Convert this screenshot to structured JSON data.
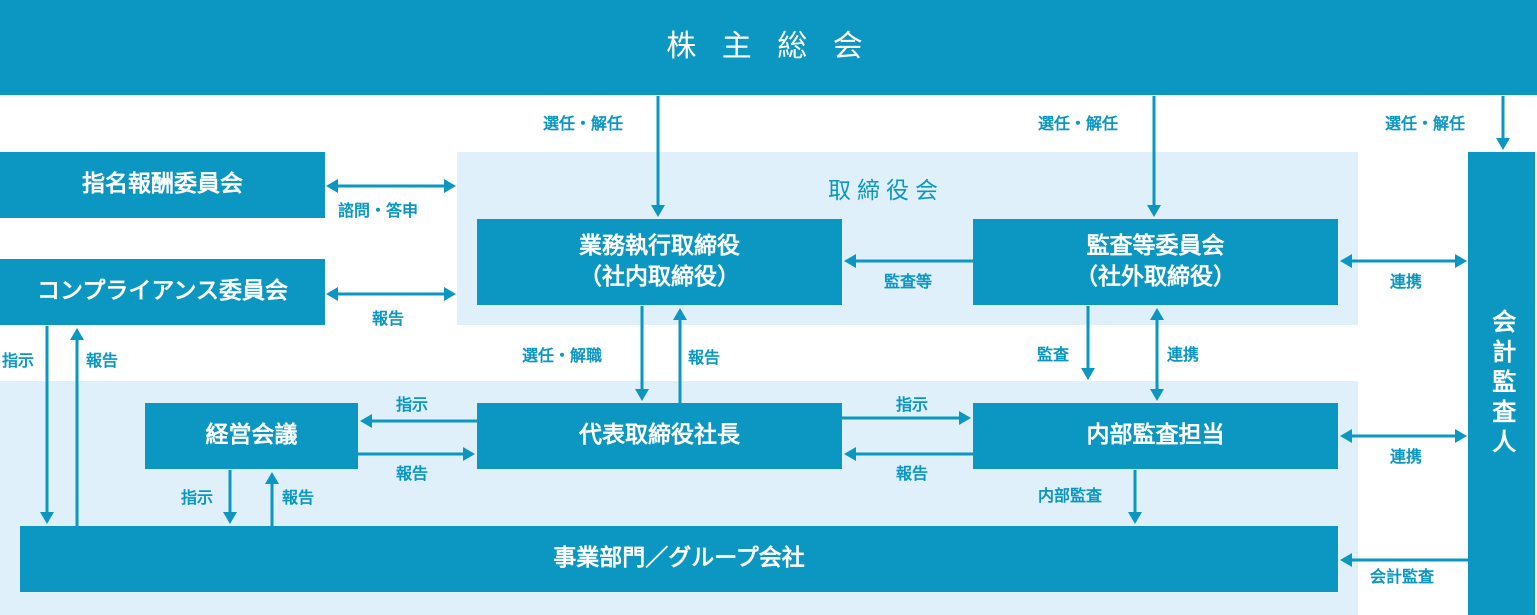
{
  "colors": {
    "box": "#0b97c1",
    "region": "#dff0fb",
    "text": "#ffffff"
  },
  "nodes": {
    "shareholders": "株 主 総 会",
    "nomination": "指名報酬委員会",
    "compliance": "コンプライアンス委員会",
    "board_label": "取締役会",
    "executive": {
      "line1": "業務執行取締役",
      "line2": "（社内取締役）"
    },
    "audit_committee": {
      "line1": "監査等委員会",
      "line2": "（社外取締役）"
    },
    "president": "代表取締役社長",
    "management_meeting": "経営会議",
    "internal_audit": "内部監査担当",
    "divisions": "事業部門／グループ会社",
    "auditor": "会計監査人"
  },
  "edge_labels": {
    "elect1": "選任・解任",
    "elect2": "選任・解任",
    "elect3": "選任・解任",
    "consult": "諮問・答申",
    "report_compliance": "報告",
    "audit_etc": "監査等",
    "liaison_board": "連携",
    "instruct_left": "指示",
    "report_left": "報告",
    "elect_dismiss": "選任・解職",
    "report_president": "報告",
    "audit": "監査",
    "liaison_audit": "連携",
    "instruct_mgmt": "指示",
    "report_mgmt": "報告",
    "instruct_internal": "指示",
    "report_internal": "報告",
    "liaison_internal": "連携",
    "instruct_div": "指示",
    "report_div": "報告",
    "internal_audit_label": "内部監査",
    "accounting_audit": "会計監査"
  }
}
